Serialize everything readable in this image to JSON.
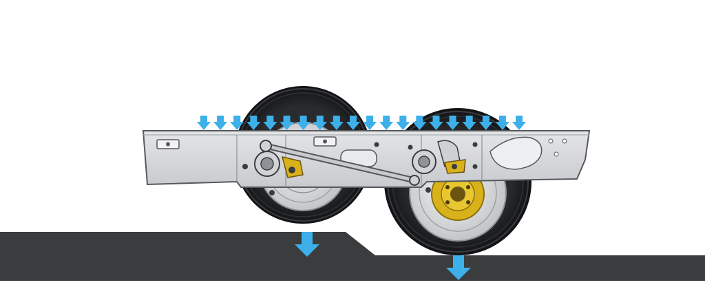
{
  "diagram": {
    "subject": "tandem-axle-suspension-on-uneven-road",
    "colors": {
      "background": "#ffffff",
      "road": "#3b3c3e",
      "load_arrow": "#3db0ea",
      "frame_fill": "#d9dadc",
      "frame_stroke": "#55585c",
      "tire": "#1c1d1f",
      "tire_tread": "#2e3033",
      "rim": "#e4e5e7",
      "hub_gold": "#d9b21b",
      "hub_dark": "#6b5410",
      "rod": "#b8babd"
    },
    "icons": {
      "load_arrow": "down-arrow-icon",
      "reaction_arrow": "down-arrow-icon"
    },
    "load_arrow_count": 20,
    "reaction_arrow_count": 2
  }
}
